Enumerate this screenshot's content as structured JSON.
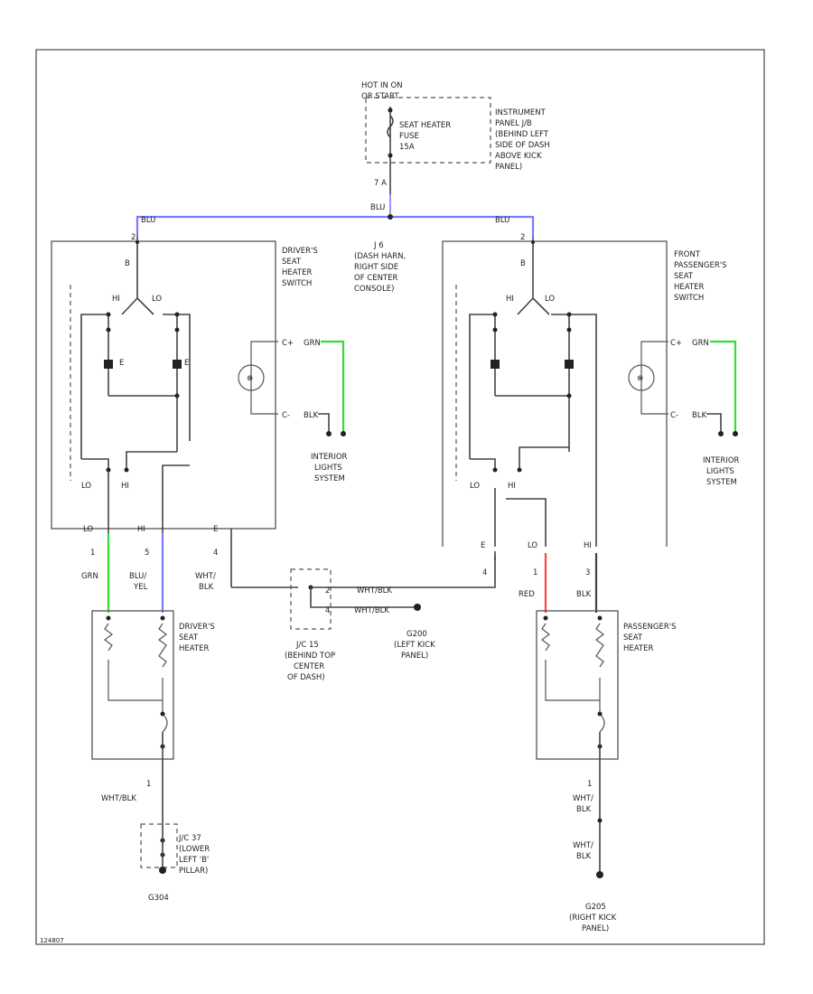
{
  "colors": {
    "blue_wire": "#7b7bff",
    "green_wire": "#33dd33",
    "red_wire": "#ff4444",
    "black_wire": "#444444"
  },
  "fuse": {
    "hot_line1": "HOT IN ON",
    "hot_line2": "OR START",
    "name_line1": "SEAT HEATER",
    "name_line2": "FUSE",
    "name_line3": "15A",
    "panel": [
      "INSTRUMENT",
      "PANEL J/B",
      "(BEHIND LEFT",
      "SIDE OF DASH",
      "ABOVE KICK",
      "PANEL)"
    ],
    "pin": "7 A",
    "wire": "BLU"
  },
  "splice": {
    "lines": [
      "J 6",
      "(DASH HARN,",
      "RIGHT SIDE",
      "OF CENTER",
      "CONSOLE)"
    ]
  },
  "driver_switch": {
    "label": [
      "DRIVER'S",
      "SEAT",
      "HEATER",
      "SWITCH"
    ],
    "top_wire": "BLU",
    "pin_top": "2",
    "pin_b": "B",
    "pin_hi": "HI",
    "pin_lo": "LO",
    "lo": "LO",
    "hi": "HI",
    "ill_plus": "C+",
    "ill_minus": "C-",
    "ill_plus_wire": "GRN",
    "ill_minus_wire": "BLK",
    "out_lo": "LO",
    "out_hi": "HI",
    "out_e": "E",
    "pins_bottom": [
      "1",
      "5",
      "4"
    ]
  },
  "pass_switch": {
    "label": [
      "FRONT",
      "PASSENGER'S",
      "SEAT",
      "HEATER",
      "SWITCH"
    ],
    "top_wire": "BLU",
    "pin_top": "2",
    "pin_b": "B",
    "pin_hi": "HI",
    "pin_lo": "LO",
    "lo": "LO",
    "hi": "HI",
    "ill_plus": "C+",
    "ill_minus": "C-",
    "ill_plus_wire": "GRN",
    "ill_minus_wire": "BLK",
    "out_e": "E",
    "out_lo": "LO",
    "out_hi": "HI",
    "pins_bottom": [
      "4",
      "1",
      "3"
    ]
  },
  "interior": {
    "left": [
      "INTERIOR",
      "LIGHTS",
      "SYSTEM"
    ],
    "right": [
      "INTERIOR",
      "LIGHTS",
      "SYSTEM"
    ]
  },
  "driver_wires": {
    "w1": "GRN",
    "w2_line1": "BLU/",
    "w2_line2": "YEL",
    "w3_line1": "WHT/",
    "w3_line2": "BLK"
  },
  "pass_wires": {
    "w1": "RED",
    "w2": "BLK"
  },
  "jc": {
    "wire1": "WHT/BLK",
    "wire2": "WHT/BLK",
    "pin1": "2",
    "pin2": "4",
    "label": [
      "J/C 15",
      "(BEHIND TOP",
      "CENTER",
      "OF DASH)"
    ]
  },
  "ground_center": {
    "label": [
      "G200",
      "(LEFT KICK",
      "PANEL)"
    ]
  },
  "driver_heater": {
    "label": [
      "DRIVER'S",
      "SEAT",
      "HEATER"
    ],
    "pin_bottom": "1",
    "wire": "WHT/BLK",
    "jc_label": [
      "J/C 37",
      "(LOWER",
      "LEFT 'B'",
      "PILLAR)"
    ],
    "ground": "G304"
  },
  "pass_heater": {
    "label": [
      "PASSENGER'S",
      "SEAT",
      "HEATER"
    ],
    "pin_bottom": "1",
    "wire1_line1": "WHT/",
    "wire1_line2": "BLK",
    "wire2_line1": "WHT/",
    "wire2_line2": "BLK",
    "ground": [
      "G205",
      "(RIGHT KICK",
      "PANEL)"
    ]
  },
  "footer": {
    "code": "124807"
  }
}
